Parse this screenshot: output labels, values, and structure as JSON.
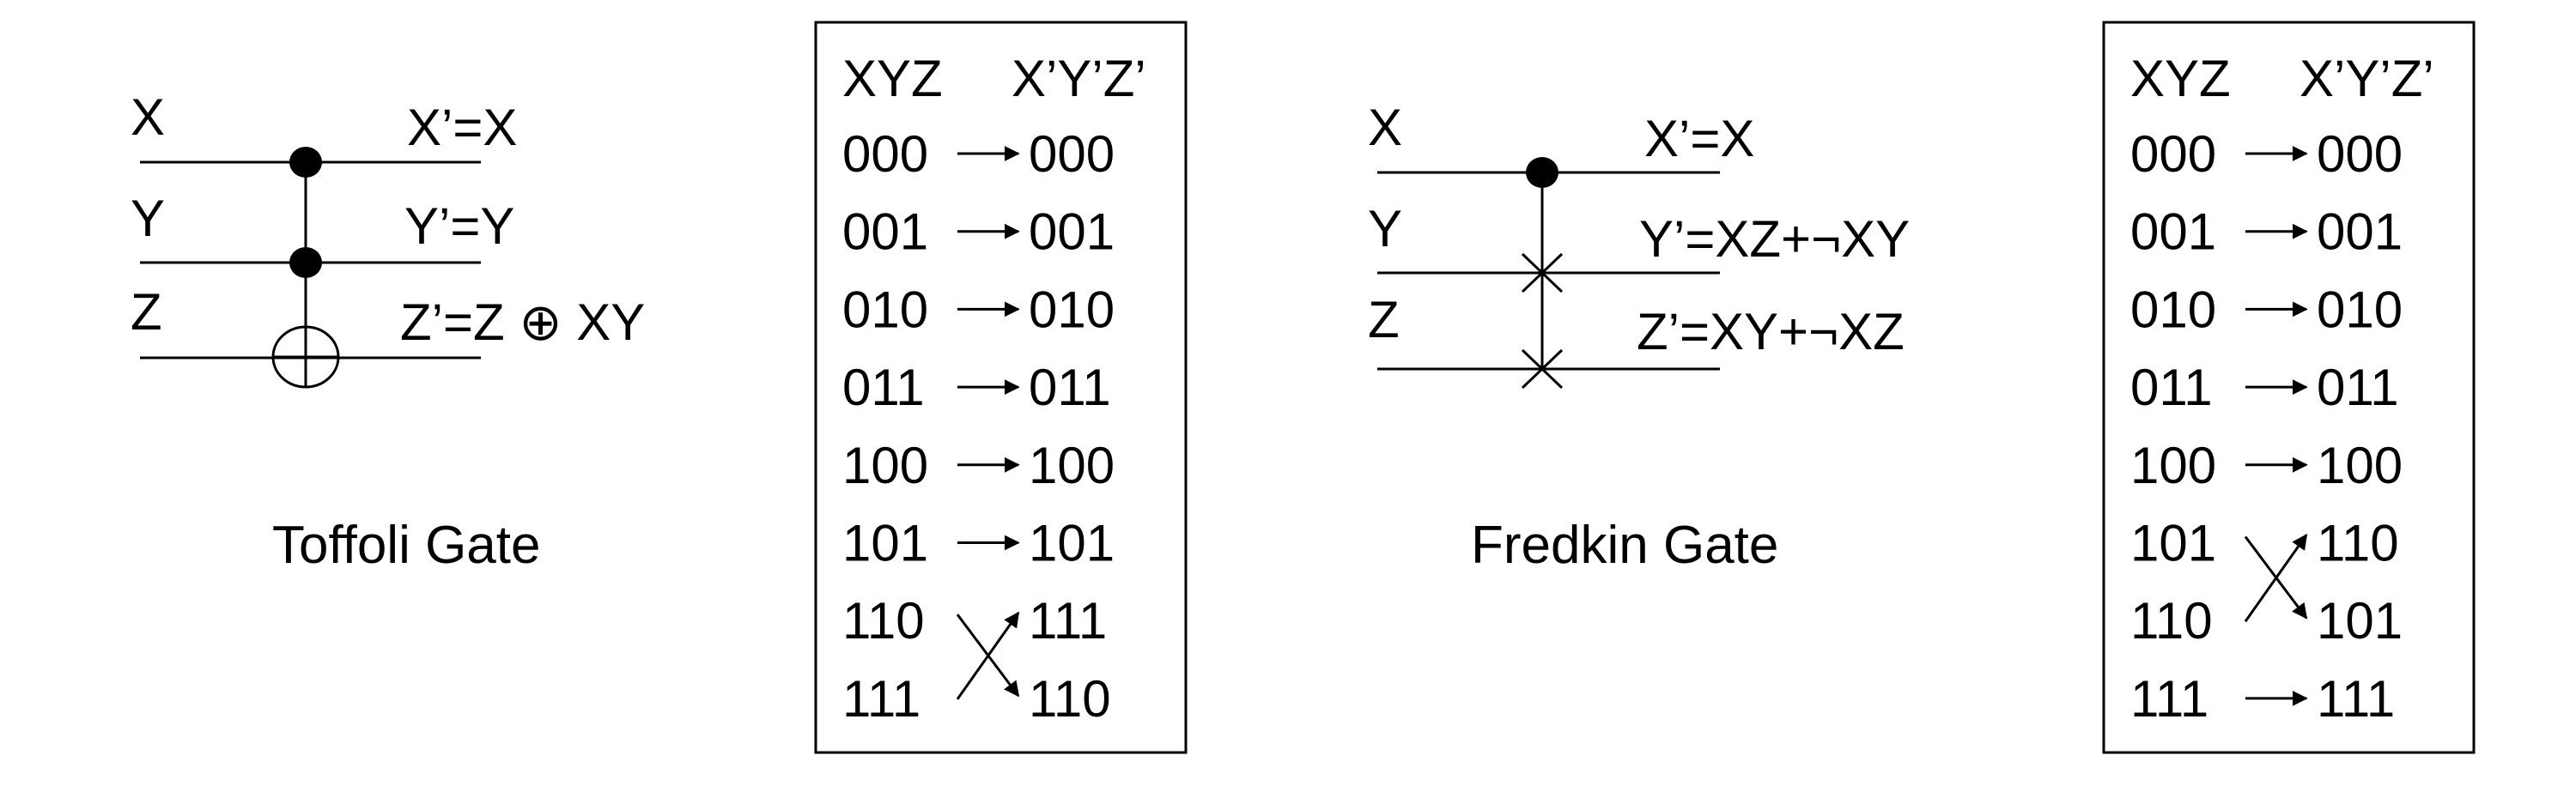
{
  "toffoli": {
    "title": "Toffoli Gate",
    "inputs": [
      "X",
      "Y",
      "Z"
    ],
    "outputs": [
      "X’=X",
      "Y’=Y",
      "Z’=Z ⊕ XY"
    ],
    "gate_symbols": [
      "control-dot",
      "control-dot",
      "xor-target"
    ],
    "table": {
      "header_in": "XYZ",
      "header_out": "X’Y’Z’",
      "rows": [
        {
          "in": "000",
          "out": "000"
        },
        {
          "in": "001",
          "out": "001"
        },
        {
          "in": "010",
          "out": "010"
        },
        {
          "in": "011",
          "out": "011"
        },
        {
          "in": "100",
          "out": "100"
        },
        {
          "in": "101",
          "out": "101"
        },
        {
          "in": "110",
          "out": "111"
        },
        {
          "in": "111",
          "out": "110"
        }
      ],
      "swapped_rows": [
        6,
        7
      ]
    }
  },
  "fredkin": {
    "title": "Fredkin Gate",
    "inputs": [
      "X",
      "Y",
      "Z"
    ],
    "outputs": [
      "X’=X",
      "Y’=XZ+¬XY",
      "Z’=XY+¬XZ"
    ],
    "gate_symbols": [
      "control-dot",
      "swap-cross",
      "swap-cross"
    ],
    "table": {
      "header_in": "XYZ",
      "header_out": "X’Y’Z’",
      "rows": [
        {
          "in": "000",
          "out": "000"
        },
        {
          "in": "001",
          "out": "001"
        },
        {
          "in": "010",
          "out": "010"
        },
        {
          "in": "011",
          "out": "011"
        },
        {
          "in": "100",
          "out": "100"
        },
        {
          "in": "101",
          "out": "110"
        },
        {
          "in": "110",
          "out": "101"
        },
        {
          "in": "111",
          "out": "111"
        }
      ],
      "swapped_rows": [
        5,
        6
      ]
    }
  }
}
